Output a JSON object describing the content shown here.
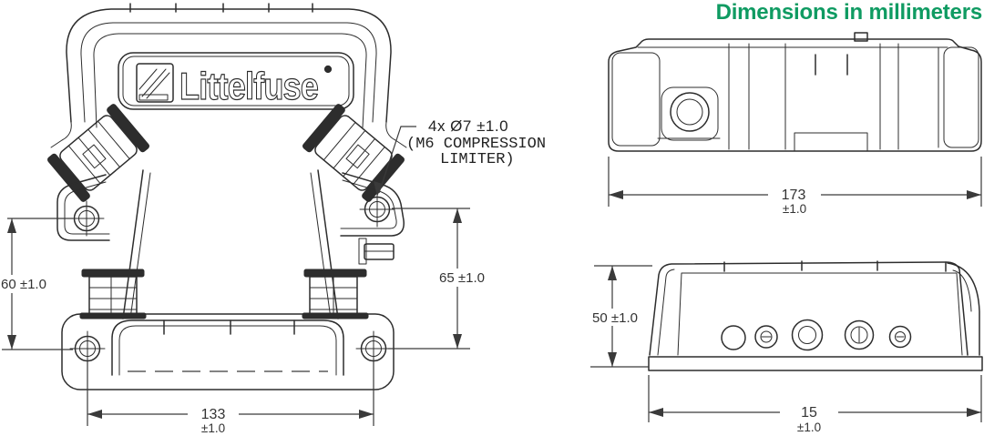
{
  "header": {
    "title": "Dimensions in millimeters"
  },
  "colors": {
    "accent": "#0f9b62",
    "line": "#2d2d2d",
    "dim": "#3a3a3a"
  },
  "logo": {
    "brand": "Littelfuse"
  },
  "views": {
    "front": {
      "dim_height_left": "60 ±1.0",
      "dim_height_right": "65 ±1.0",
      "dim_width": "133",
      "dim_width_tol": "±1.0",
      "note_line1": "4x Ø7 ±1.0",
      "note_line2": "(M6 COMPRESSION",
      "note_line3": "LIMITER)"
    },
    "side": {
      "dim_width": "173",
      "dim_width_tol": "±1.0"
    },
    "bottom": {
      "dim_height": "50 ±1.0",
      "dim_width": "15",
      "dim_width_tol": "±1.0"
    }
  }
}
